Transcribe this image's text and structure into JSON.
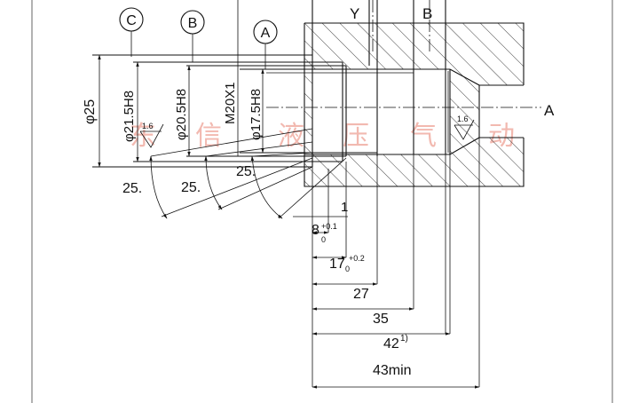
{
  "callouts": {
    "c": "C",
    "b": "B",
    "a": "A"
  },
  "top_labels": {
    "y": "Y",
    "b": "B"
  },
  "section_label": "A",
  "diameters": {
    "d25": "φ25",
    "d21_5": "φ21.5H8",
    "d20_5": "φ20.5H8",
    "m20": "M20X1",
    "d17_5": "φ17.5H8"
  },
  "roughness": {
    "left": "1.6",
    "right": "1.6"
  },
  "angles": {
    "a1": "25.",
    "a2": "25.",
    "a3": "25."
  },
  "lengths": {
    "one": "1",
    "eight": "8",
    "eight_tol_upper": "+0.1",
    "eight_tol_lower": "0",
    "seventeen": "17",
    "seventeen_tol_upper": "+0.2",
    "seventeen_tol_lower": "0",
    "d27": "27",
    "d35": "35",
    "d42": "42",
    "d42_note": "1)",
    "d43": "43min"
  },
  "watermark": [
    "东",
    "信",
    "液",
    "压",
    "气",
    "动"
  ]
}
